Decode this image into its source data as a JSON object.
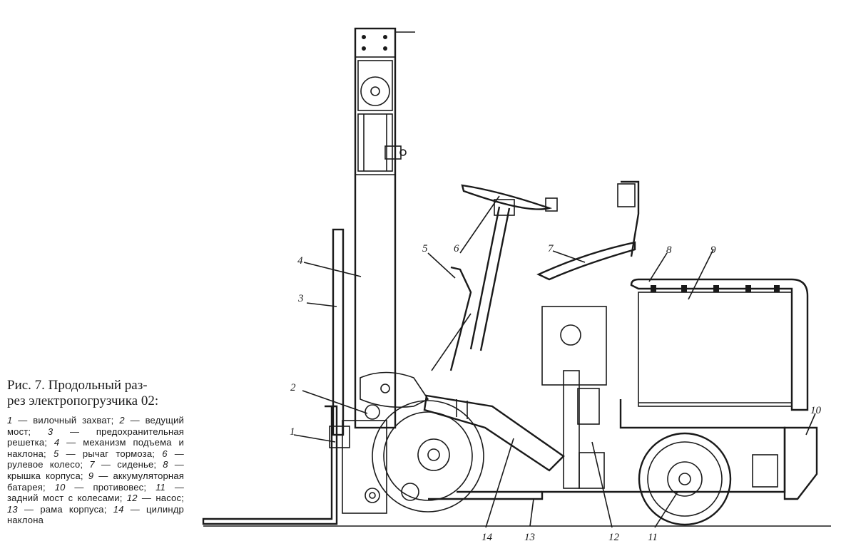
{
  "caption": {
    "title_line1": "Рис. 7. Продольный раз-",
    "title_line2": "рез электропогрузчика 02:",
    "legend": [
      {
        "num": "1",
        "text": "вилочный захват"
      },
      {
        "num": "2",
        "text": "ведущий мост"
      },
      {
        "num": "3",
        "text": "предохранительная решетка"
      },
      {
        "num": "4",
        "text": "механизм подъема и наклона"
      },
      {
        "num": "5",
        "text": "рычаг тормоза"
      },
      {
        "num": "6",
        "text": "рулевое колесо"
      },
      {
        "num": "7",
        "text": "сиденье"
      },
      {
        "num": "8",
        "text": "крышка корпуса"
      },
      {
        "num": "9",
        "text": "аккумуляторная батарея"
      },
      {
        "num": "10",
        "text": "противовес"
      },
      {
        "num": "11",
        "text": "задний мост с колесами"
      },
      {
        "num": "12",
        "text": "насос"
      },
      {
        "num": "13",
        "text": "рама корпуса"
      },
      {
        "num": "14",
        "text": "цилиндр наклона"
      }
    ]
  },
  "callouts": {
    "c1": "1",
    "c2": "2",
    "c3": "3",
    "c4": "4",
    "c5": "5",
    "c6": "6",
    "c7": "7",
    "c8": "8",
    "c9": "9",
    "c10": "10",
    "c11": "11",
    "c12": "12",
    "c13": "13",
    "c14": "14"
  }
}
